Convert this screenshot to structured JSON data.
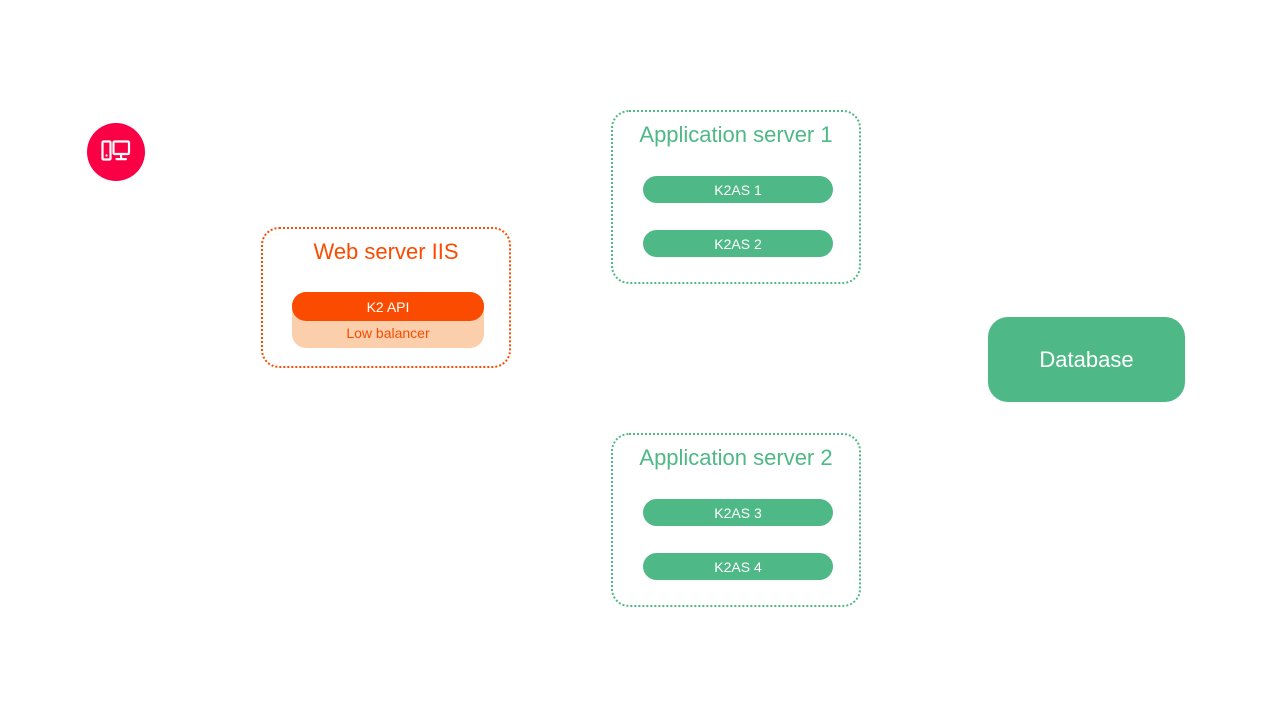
{
  "diagram": {
    "background_color": "#ffffff",
    "colors": {
      "client_circle": "#fa0044",
      "web_accent": "#fa4b00",
      "web_soft": "#fccfac",
      "app_accent": "#4eb886",
      "text_on_accent": "#ffffff"
    },
    "client": {
      "icon": "desktop-computer-icon"
    },
    "web_server": {
      "title": "Web server IIS",
      "low_balancer_label": "Low balancer",
      "api_label": "K2 API"
    },
    "application_servers": [
      {
        "title": "Application server 1",
        "nodes": [
          "K2AS 1",
          "K2AS 2"
        ]
      },
      {
        "title": "Application server 2",
        "nodes": [
          "K2AS 3",
          "K2AS 4"
        ]
      }
    ],
    "database": {
      "label": "Database"
    }
  }
}
